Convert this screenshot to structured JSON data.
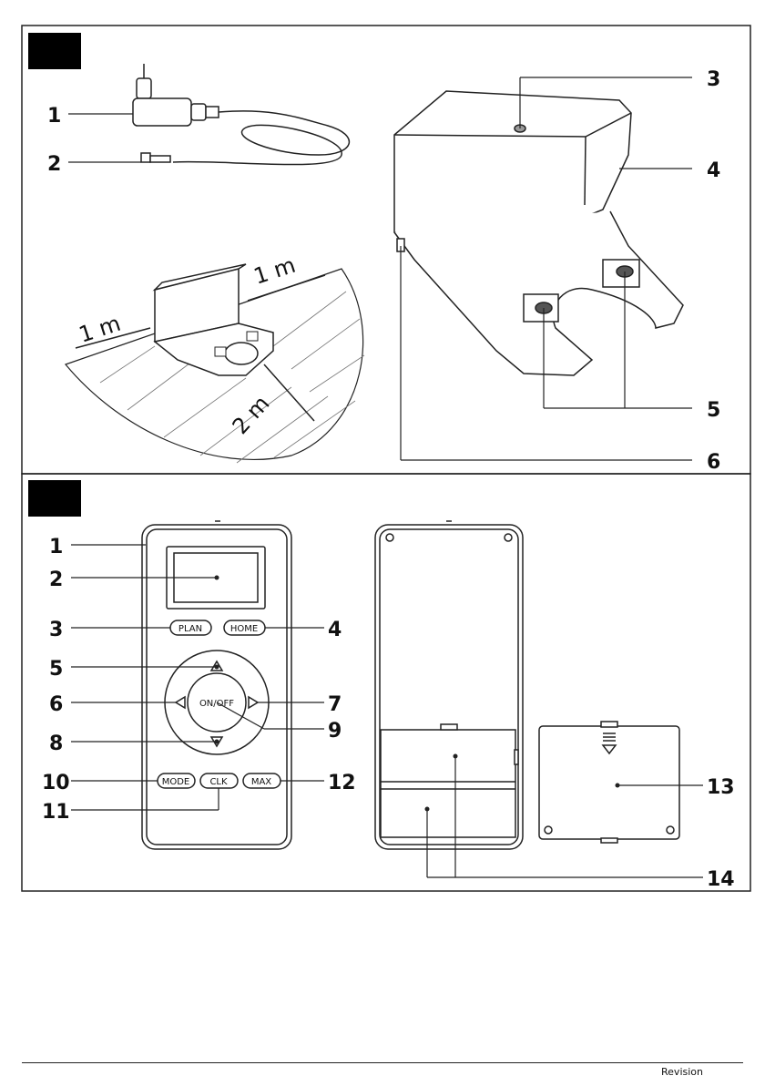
{
  "panels": {
    "a": {
      "callouts": [
        "1",
        "2",
        "3",
        "4",
        "5",
        "6"
      ],
      "distances": [
        "1 m",
        "1 m",
        "2 m"
      ]
    },
    "b": {
      "callouts": [
        "1",
        "2",
        "3",
        "4",
        "5",
        "6",
        "7",
        "8",
        "9",
        "10",
        "11",
        "12",
        "13",
        "14"
      ],
      "buttons": {
        "plan": "PLAN",
        "home": "HOME",
        "on_off": "ON/OFF",
        "mode": "MODE",
        "clk": "CLK",
        "max": "MAX"
      }
    }
  },
  "footer": {
    "revision": "Revision"
  }
}
